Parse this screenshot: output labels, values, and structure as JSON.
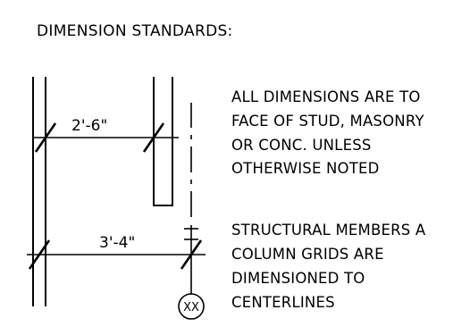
{
  "title": "DIMENSION STANDARDS:",
  "dimensions": {
    "upper": "2'-6\"",
    "lower": "3'-4\""
  },
  "grid_bubble": "XX",
  "notes": {
    "note1": [
      "ALL DIMENSIONS ARE TO",
      "FACE OF STUD, MASONRY",
      "OR CONC. UNLESS",
      "OTHERWISE NOTED"
    ],
    "note2": [
      "STRUCTURAL MEMBERS A",
      "COLUMN GRIDS ARE",
      "DIMENSIONED TO",
      "CENTERLINES"
    ]
  }
}
